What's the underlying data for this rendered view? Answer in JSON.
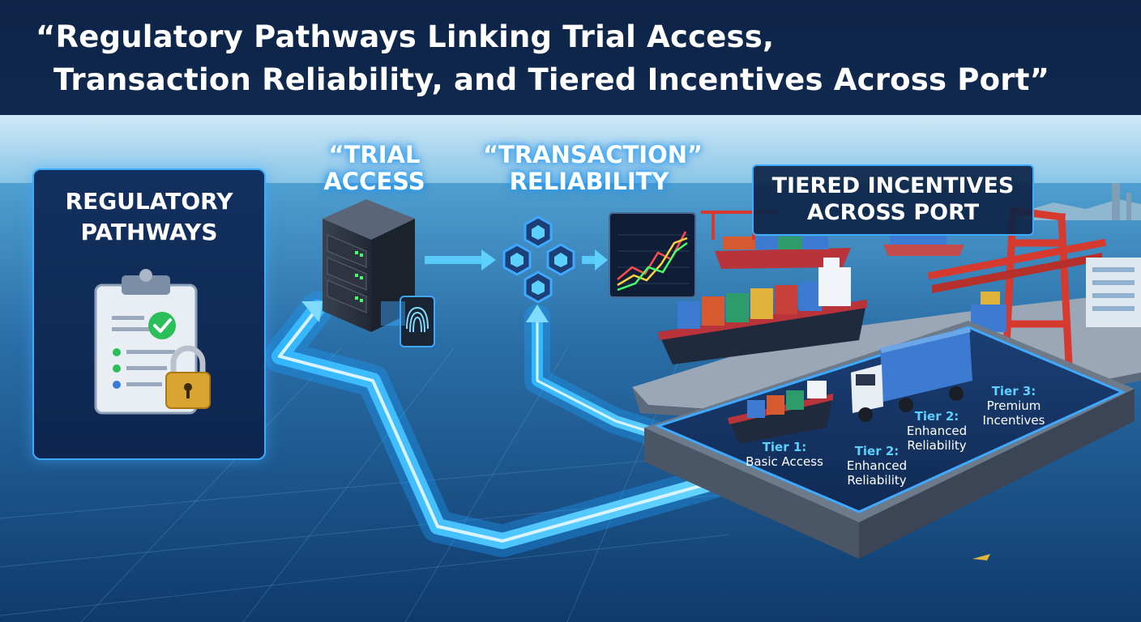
{
  "title": {
    "line1": "“Regulatory Pathways Linking Trial Access,",
    "line2": "Transaction Reliability, and Tiered Incentives Across Port”"
  },
  "regulatory_card": {
    "line1": "REGULATORY",
    "line2": "PATHWAYS"
  },
  "trial_access": {
    "line1": "“TRIAL",
    "line2": "ACCESS"
  },
  "transaction_reliability": {
    "line1": "“TRANSACTION”",
    "line2": "RELIABILITY"
  },
  "tiered_incentives": {
    "line1": "TIERED INCENTIVES",
    "line2": "ACROSS PORT"
  },
  "tiers": [
    {
      "name": "Tier 1:",
      "line1": "Basic Access",
      "line2": ""
    },
    {
      "name": "Tier 2:",
      "line1": "Enhanced",
      "line2": "Reliability"
    },
    {
      "name": "Tier 2:",
      "line1": "Enhanced",
      "line2": "Reliability"
    },
    {
      "name": "Tier 3:",
      "line1": "Premium",
      "line2": "Incentives"
    }
  ],
  "colors": {
    "title_band": "#0d2447",
    "accent_blue": "#3fa9ff",
    "tier_name": "#5cd1ff",
    "crane_red": "#d63a2f",
    "checkmark_green": "#2bbf5a"
  },
  "icons": [
    "clipboard-icon",
    "padlock-icon",
    "server-icon",
    "fingerprint-icon",
    "hexagon-network-icon",
    "line-chart-icon",
    "cargo-ship-icon",
    "truck-icon",
    "crane-icon"
  ]
}
